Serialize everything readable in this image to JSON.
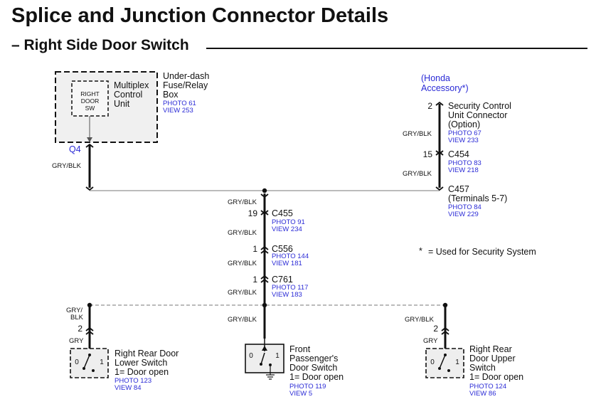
{
  "header": {
    "title": "Splice and Junction Connector Details",
    "subtitle": "– Right Side Door Switch"
  },
  "fuse_box": {
    "label_lines": [
      "Under-dash",
      "Fuse/Relay",
      "Box"
    ],
    "photo": "PHOTO 61",
    "view": "VIEW 253",
    "unit_lines": [
      "Multiplex",
      "Control",
      "Unit"
    ],
    "sw_lines": [
      "RIGHT",
      "DOOR",
      "SW"
    ],
    "terminal": "Q4",
    "wire": "GRY/BLK"
  },
  "honda_accessory": {
    "line1": "(Honda",
    "line2": "Accessory*)"
  },
  "security": {
    "pin": "2",
    "lines": [
      "Security Control",
      "Unit Connector",
      "(Option)"
    ],
    "photo": "PHOTO 67",
    "view": "VIEW 233",
    "wire": "GRY/BLK"
  },
  "c454": {
    "pin": "15",
    "name": "C454",
    "photo": "PHOTO 83",
    "view": "VIEW 218",
    "wire": "GRY/BLK"
  },
  "c457": {
    "name": "C457",
    "terminals": "(Terminals 5-7)",
    "photo": "PHOTO 84",
    "view": "VIEW 229"
  },
  "c455": {
    "wire_top": "GRY/BLK",
    "pin": "19",
    "name": "C455",
    "photo": "PHOTO 91",
    "view": "VIEW 234"
  },
  "c556": {
    "wire_top": "GRY/BLK",
    "pin": "1",
    "name": "C556",
    "photo": "PHOTO 144",
    "view": "VIEW 181"
  },
  "c761": {
    "wire_top": "GRY/BLK",
    "pin": "1",
    "name": "C761",
    "photo": "PHOTO 117",
    "view": "VIEW 183",
    "wire_bottom": "GRY/BLK"
  },
  "note": {
    "star": "*",
    "text": "=  Used for Security System"
  },
  "rear_lower": {
    "wire_top": [
      "GRY/",
      "BLK"
    ],
    "pin": "2",
    "wire_bottom": "GRY",
    "lines": [
      "Right Rear Door",
      "Lower Switch",
      "1= Door open"
    ],
    "photo": "PHOTO 123",
    "view": "VIEW 84",
    "pos0": "0",
    "pos1": "1"
  },
  "front_pass": {
    "wire": "GRY/BLK",
    "lines": [
      "Front",
      "Passenger's",
      "Door Switch",
      "1= Door open"
    ],
    "photo": "PHOTO 119",
    "view": "VIEW 5",
    "pos0": "0",
    "pos1": "1"
  },
  "rear_upper": {
    "wire_top": "GRY/BLK",
    "pin": "2",
    "wire_bottom": "GRY",
    "lines": [
      "Right Rear",
      "Door Upper",
      "Switch",
      "1= Door open"
    ],
    "photo": "PHOTO 124",
    "view": "VIEW 86",
    "pos0": "0",
    "pos1": "1"
  }
}
